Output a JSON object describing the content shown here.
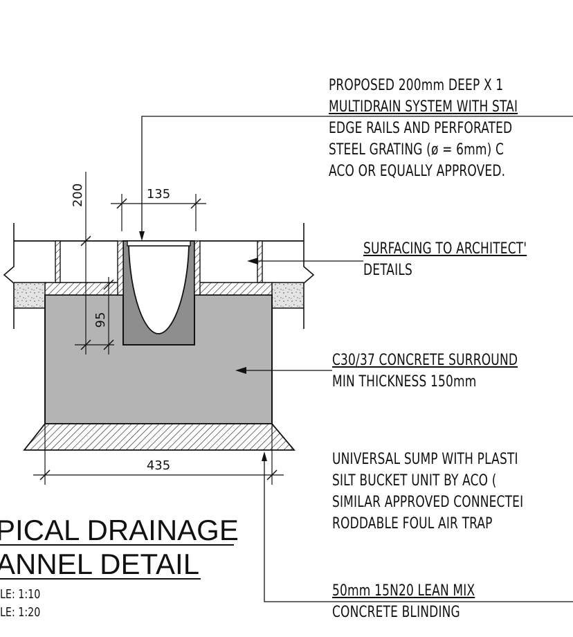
{
  "notes": {
    "channel": [
      "PROPOSED 200mm DEEP X 1",
      "MULTIDRAIN SYSTEM WITH STAI",
      "EDGE RAILS AND PERFORATED",
      "STEEL GRATING (ø = 6mm) C",
      "ACO OR EQUALLY APPROVED."
    ],
    "surfacing": [
      "SURFACING TO ARCHITECT'",
      "DETAILS"
    ],
    "concrete": [
      "C30/37 CONCRETE SURROUND",
      "MIN THICKNESS 150mm"
    ],
    "sump": [
      "UNIVERSAL SUMP WITH PLASTI",
      "SILT BUCKET  UNIT BY ACO (",
      "SIMILAR APPROVED CONNECTEI",
      "RODDABLE FOUL AIR TRAP"
    ],
    "blinding": [
      "50mm 15N20 LEAN MIX",
      "CONCRETE BLINDING"
    ]
  },
  "dimensions": {
    "depth": "200",
    "channel_width": "135",
    "depth_lower": "95",
    "base_width": "435"
  },
  "title": {
    "line1": "PICAL DRAINAGE",
    "line2": "ANNEL DETAIL"
  },
  "scales": [
    "LE: 1:10",
    "LE: 1:20"
  ]
}
